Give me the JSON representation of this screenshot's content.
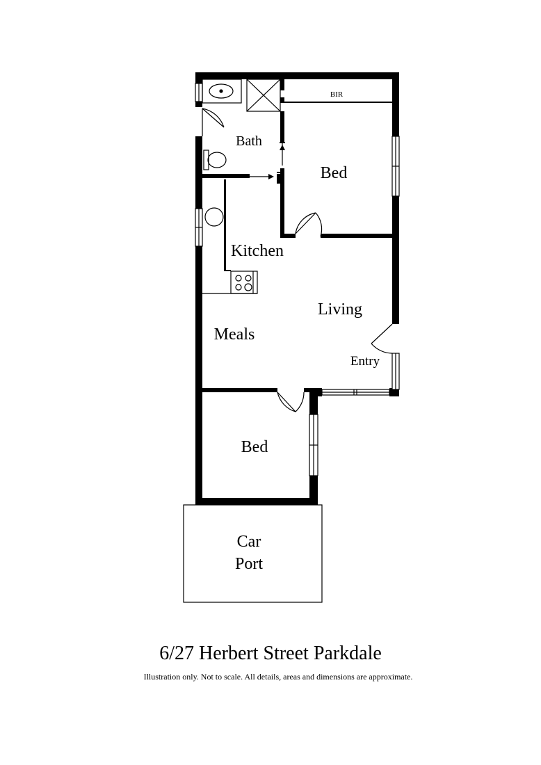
{
  "rooms": {
    "bir": "BIR",
    "bath": "Bath",
    "bed1": "Bed",
    "kitchen": "Kitchen",
    "living": "Living",
    "meals": "Meals",
    "entry": "Entry",
    "bed2": "Bed",
    "carport_line1": "Car",
    "carport_line2": "Port"
  },
  "footer": {
    "address": "6/27 Herbert Street Parkdale",
    "disclaimer": "Illustration only. Not to scale. All details, areas and dimensions are approximate."
  },
  "colors": {
    "wall": "#000000",
    "background": "#ffffff"
  }
}
